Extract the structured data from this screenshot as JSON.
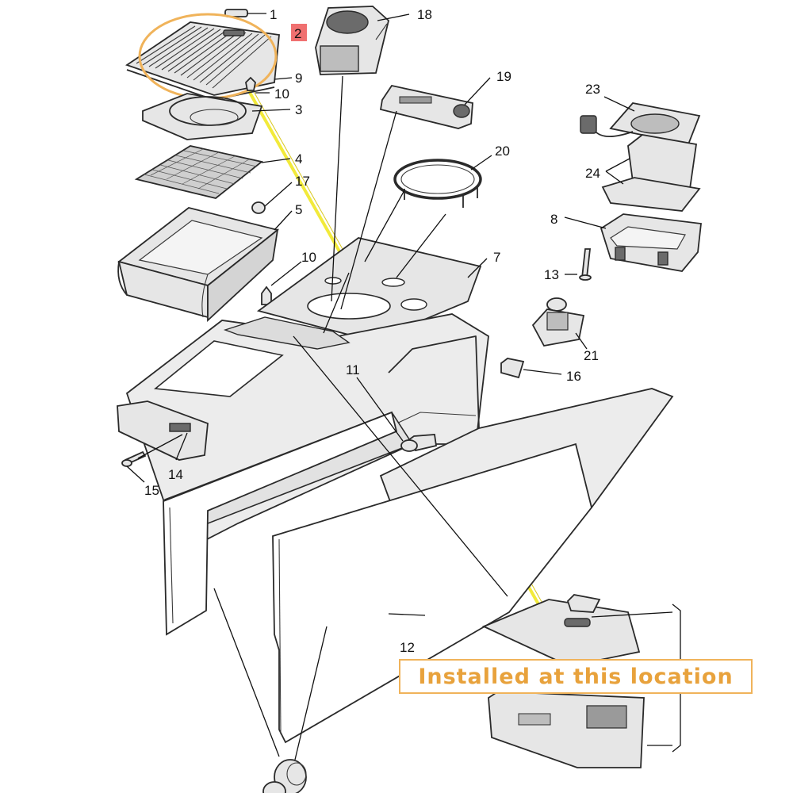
{
  "callout": {
    "text": "Installed at this location"
  },
  "colors": {
    "highlight_orange": "#f0b35a",
    "highlight_badge": "#f07070",
    "pointer_yellow": "#f2ea3a"
  },
  "labels": [
    {
      "n": "1"
    },
    {
      "n": "2"
    },
    {
      "n": "9"
    },
    {
      "n": "10"
    },
    {
      "n": "3"
    },
    {
      "n": "4"
    },
    {
      "n": "17"
    },
    {
      "n": "5"
    },
    {
      "n": "10"
    },
    {
      "n": "18"
    },
    {
      "n": "19"
    },
    {
      "n": "20"
    },
    {
      "n": "7"
    },
    {
      "n": "23"
    },
    {
      "n": "24"
    },
    {
      "n": "8"
    },
    {
      "n": "13"
    },
    {
      "n": "21"
    },
    {
      "n": "16"
    },
    {
      "n": "11"
    },
    {
      "n": "14"
    },
    {
      "n": "15"
    },
    {
      "n": "12"
    }
  ]
}
